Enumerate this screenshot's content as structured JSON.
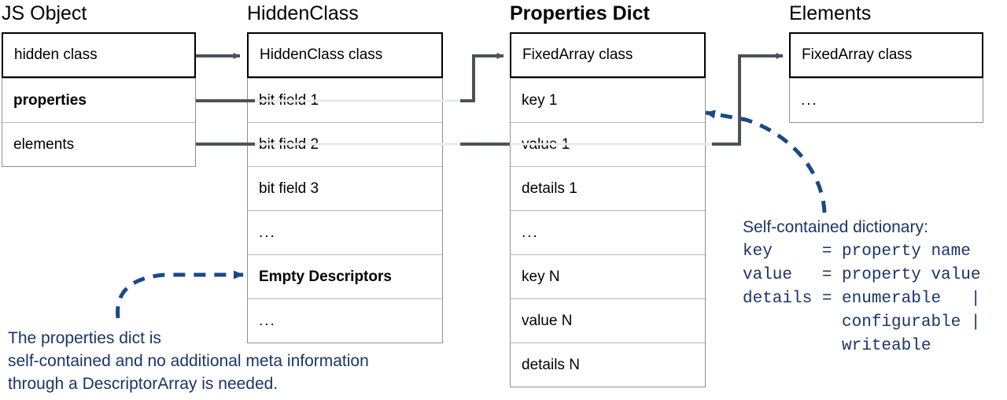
{
  "diagram": {
    "title": "V8 JS Object with self-contained Properties Dictionary",
    "colors": {
      "annotation_blue": "#1a3568",
      "connector_gray": "#4d5255",
      "box_border_light": "#8b8f93",
      "row_divider": "#b5b8bb",
      "header_border": "#000000"
    }
  },
  "columns": [
    {
      "id": "js-object",
      "title": "JS Object",
      "title_bold": false,
      "rows": [
        {
          "label": "hidden class",
          "bold": false,
          "header": true
        },
        {
          "label": "properties",
          "bold": true,
          "header": false
        },
        {
          "label": "elements",
          "bold": false,
          "header": false
        }
      ]
    },
    {
      "id": "hidden-class",
      "title": "HiddenClass",
      "title_bold": false,
      "rows": [
        {
          "label": "HiddenClass class",
          "bold": false,
          "header": true
        },
        {
          "label": "bit field 1",
          "bold": false,
          "header": false
        },
        {
          "label": "bit field 2",
          "bold": false,
          "header": false
        },
        {
          "label": "bit field 3",
          "bold": false,
          "header": false
        },
        {
          "label": "...",
          "bold": false,
          "header": false
        },
        {
          "label": "Empty Descriptors",
          "bold": true,
          "header": false
        },
        {
          "label": "...",
          "bold": false,
          "header": false
        }
      ]
    },
    {
      "id": "properties-dict",
      "title": "Properties Dict",
      "title_bold": true,
      "rows": [
        {
          "label": "FixedArray class",
          "bold": false,
          "header": true
        },
        {
          "label": "key 1",
          "bold": false,
          "header": false
        },
        {
          "label": "value 1",
          "bold": false,
          "header": false
        },
        {
          "label": "details 1",
          "bold": false,
          "header": false
        },
        {
          "label": "...",
          "bold": false,
          "header": false
        },
        {
          "label": "key N",
          "bold": false,
          "header": false
        },
        {
          "label": "value N",
          "bold": false,
          "header": false
        },
        {
          "label": "details N",
          "bold": false,
          "header": false
        }
      ]
    },
    {
      "id": "elements",
      "title": "Elements",
      "title_bold": false,
      "rows": [
        {
          "label": "FixedArray class",
          "bold": false,
          "header": true
        },
        {
          "label": "...",
          "bold": false,
          "header": false
        }
      ]
    }
  ],
  "annotations": {
    "left_note": "The properties dict is\nself-contained and no additional meta information\nthrough a DescriptorArray is needed.",
    "right_note_title": "Self-contained dictionary:",
    "right_note_body": "key     = property name\nvalue   = property value\ndetails = enumerable   |\n          configurable |\n          writeable"
  }
}
